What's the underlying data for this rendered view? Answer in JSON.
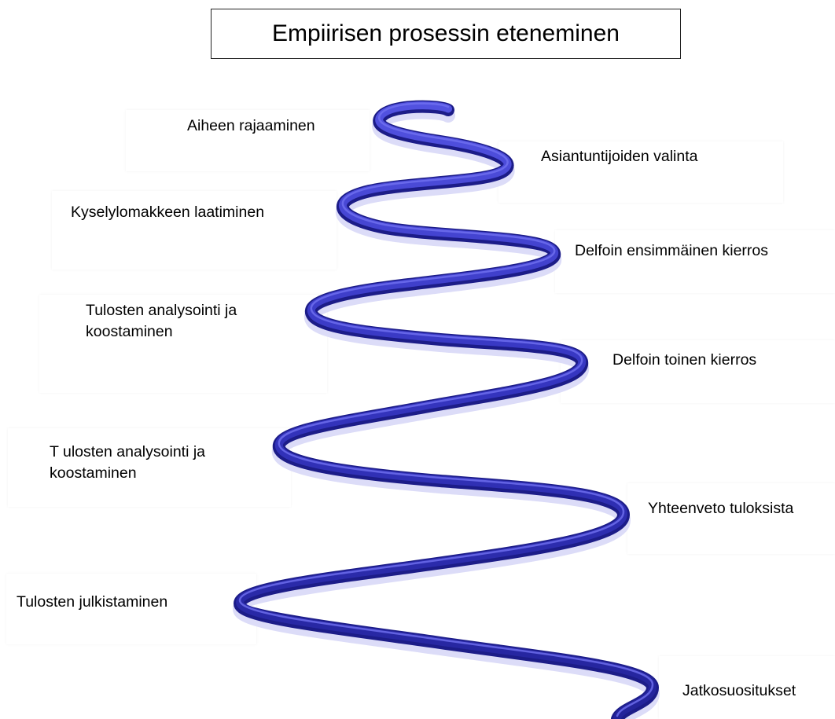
{
  "title": "Empiirisen prosessin eteneminen",
  "steps": [
    {
      "label": "Aiheen rajaaminen",
      "side": "left"
    },
    {
      "label": "Asiantuntijoiden valinta",
      "side": "right"
    },
    {
      "label": "Kyselylomakkeen laatiminen",
      "side": "left"
    },
    {
      "label": "Delfoin ensimmäinen kierros",
      "side": "right"
    },
    {
      "label": "Tulosten analysointi ja\nkoostaminen",
      "side": "left"
    },
    {
      "label": "Delfoin toinen kierros",
      "side": "right"
    },
    {
      "label": "T ulosten analysointi ja\nkoostaminen",
      "side": "left"
    },
    {
      "label": "Yhteenveto tuloksista",
      "side": "right"
    },
    {
      "label": "Tulosten julkistaminen",
      "side": "left"
    },
    {
      "label": "Jatkosuositukset",
      "side": "right"
    }
  ],
  "colors": {
    "ribbon_dark": "#2e2eb0",
    "ribbon_mid": "#4a4adc",
    "ribbon_light": "#c8c8f4",
    "ribbon_edge": "#1a1a80"
  }
}
